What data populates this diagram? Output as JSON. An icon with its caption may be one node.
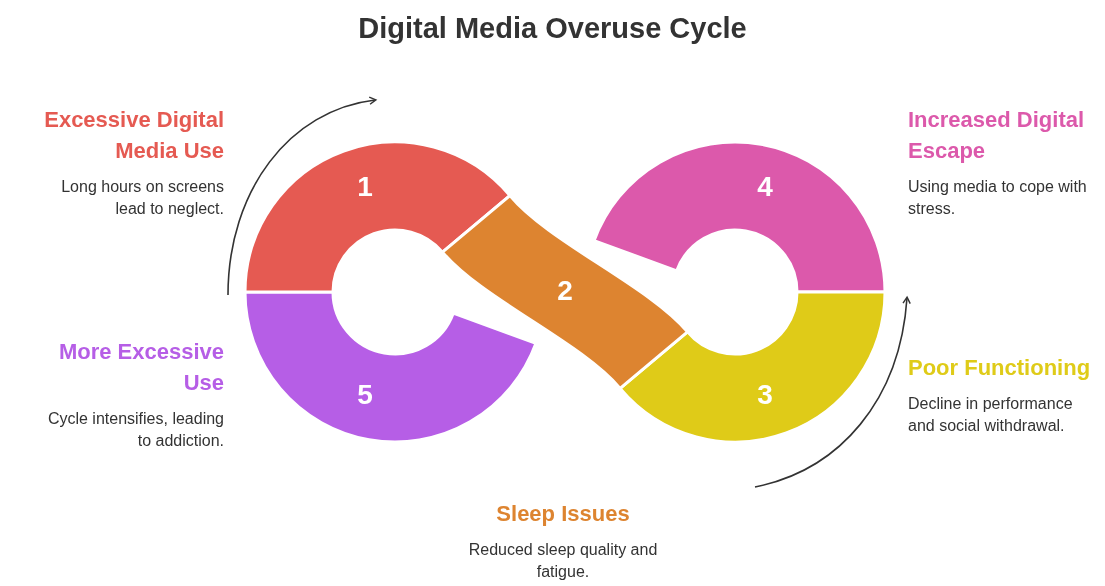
{
  "diagram": {
    "title": "Digital Media Overuse Cycle",
    "nodes": [
      {
        "text": [
          "1"
        ],
        "beside": [
          "Excessive Digital Media Use",
          "Long hours on screens lead to neglect."
        ]
      },
      {
        "text": [
          "2"
        ],
        "beside": [
          "Sleep Issues",
          "Reduced sleep quality and fatigue."
        ]
      },
      {
        "text": [
          "3"
        ],
        "beside": [
          "Poor Functioning",
          "Decline in performance and social withdrawal."
        ]
      },
      {
        "text": [
          "4"
        ],
        "beside": [
          "Increased Digital Escape",
          "Using media to cope with stress."
        ]
      },
      {
        "text": [
          "5"
        ],
        "beside": [
          "More Excessive Use",
          "Cycle intensifies, leading to addiction."
        ]
      }
    ],
    "edges": []
  }
}
